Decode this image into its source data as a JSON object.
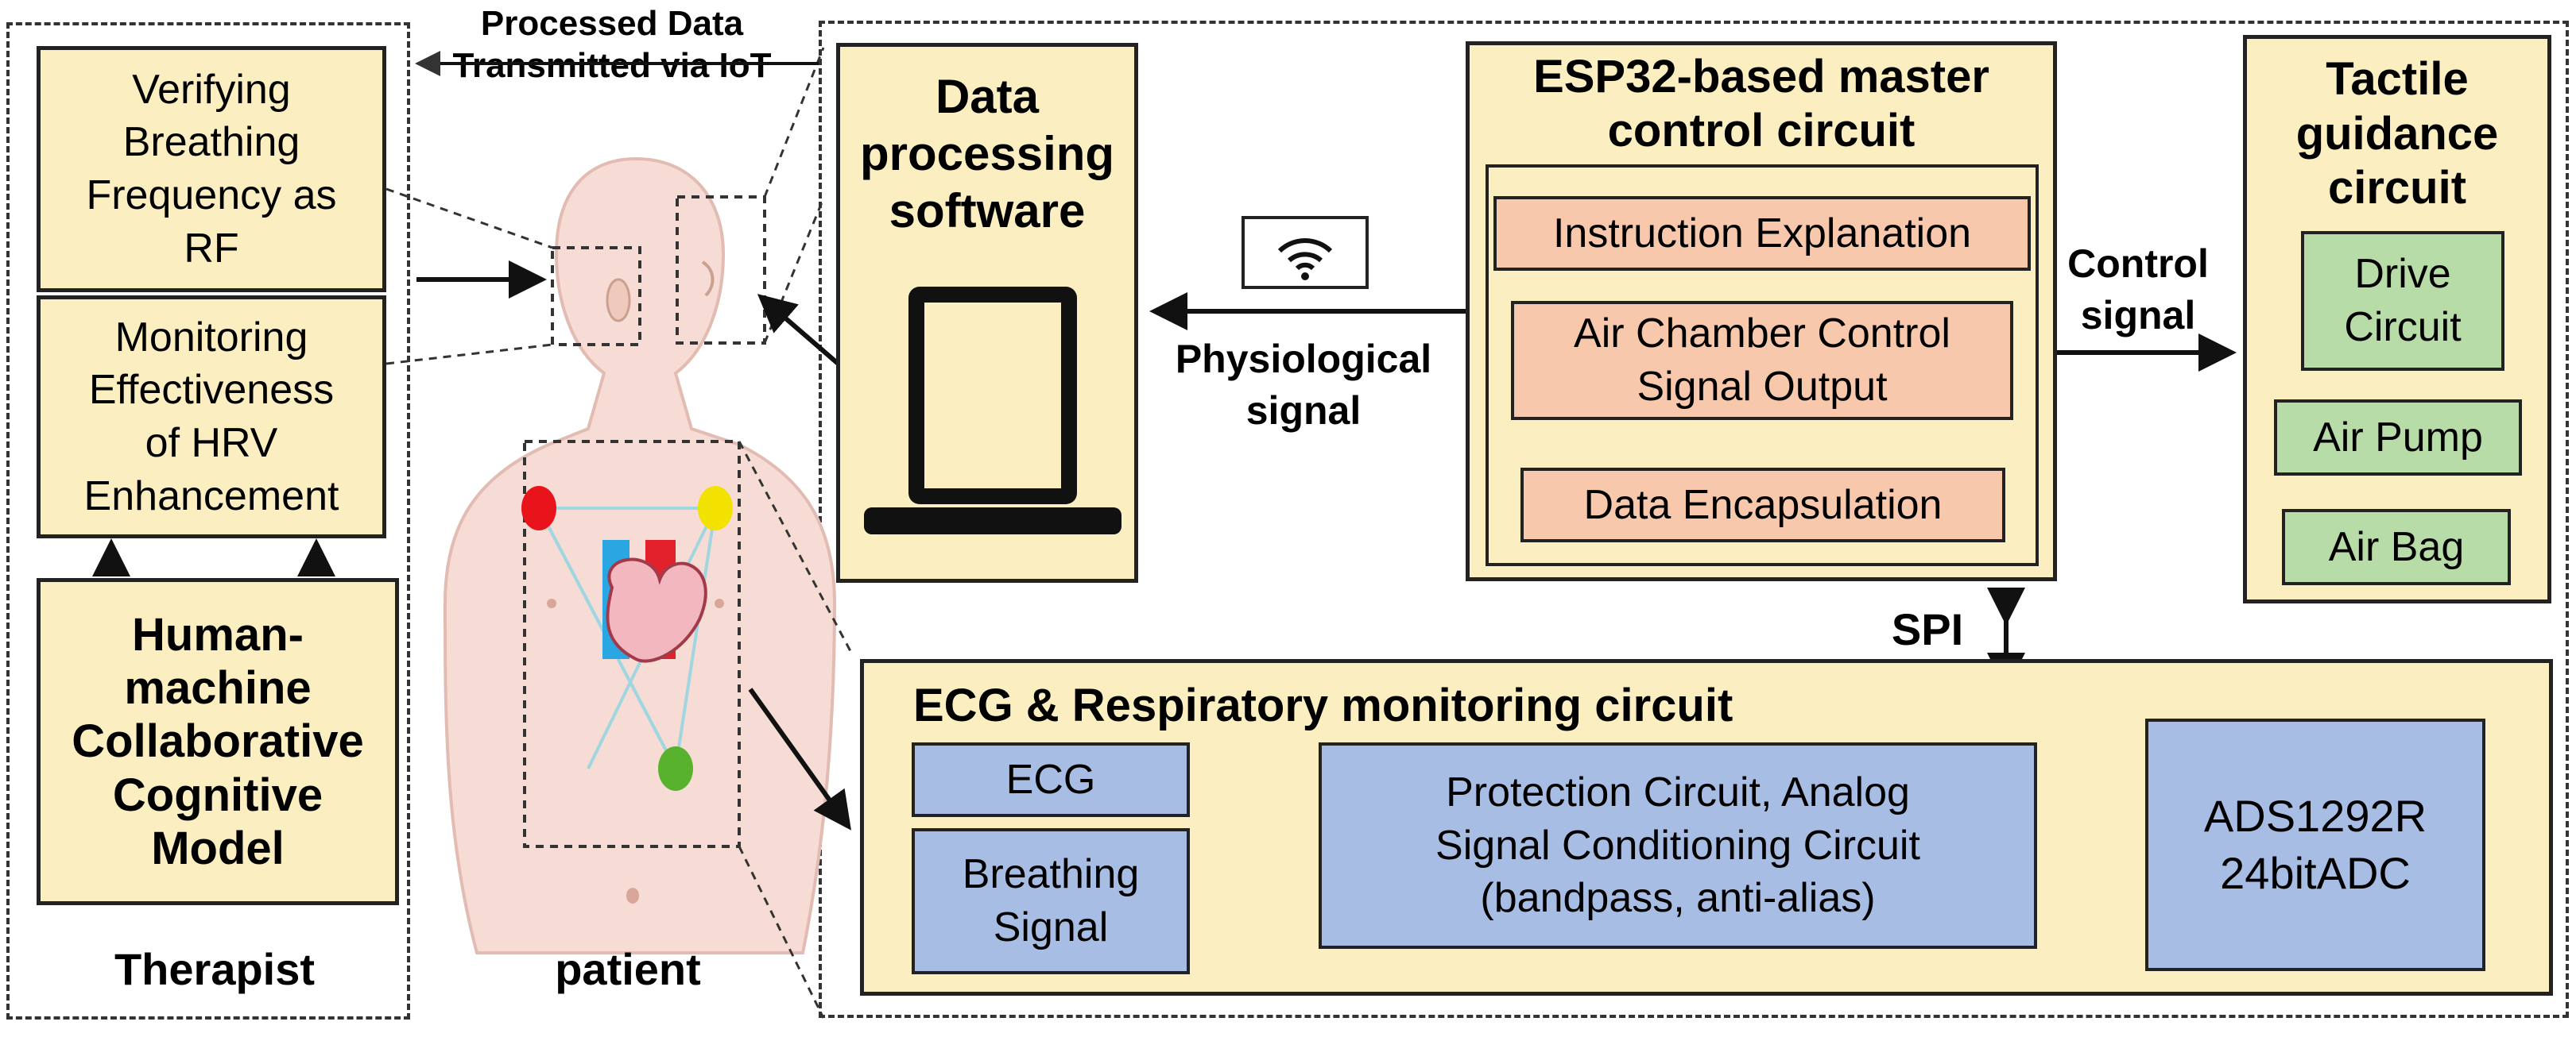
{
  "iot_link": {
    "line1": "Processed Data",
    "line2": "Transmitted via IoT"
  },
  "therapist": {
    "box1": [
      "Verifying",
      "Breathing",
      "Frequency as",
      "RF"
    ],
    "box2": [
      "Monitoring",
      "Effectiveness",
      "of HRV",
      "Enhancement"
    ],
    "model": [
      "Human-",
      "machine",
      "Collaborative",
      "Cognitive",
      "Model"
    ],
    "caption": "Therapist"
  },
  "patient": {
    "caption": "patient"
  },
  "software": {
    "title": [
      "Data",
      "processing",
      "software"
    ]
  },
  "physio": {
    "label": [
      "Physiological",
      "signal"
    ]
  },
  "esp32": {
    "title": [
      "ESP32-based master",
      "control circuit"
    ],
    "item1": "Instruction Explanation",
    "item2": [
      "Air Chamber Control",
      "Signal Output"
    ],
    "item3": "Data Encapsulation"
  },
  "control": {
    "label": [
      "Control",
      "signal"
    ]
  },
  "tactile": {
    "title": [
      "Tactile",
      "guidance",
      "circuit"
    ],
    "drive": [
      "Drive",
      "Circuit"
    ],
    "pump": "Air Pump",
    "bag": "Air Bag"
  },
  "spi": "SPI",
  "ecg_circuit": {
    "title": "ECG & Respiratory monitoring circuit",
    "ecg": "ECG",
    "breathing": [
      "Breathing",
      "Signal"
    ],
    "protection": [
      "Protection Circuit, Analog",
      "Signal Conditioning Circuit",
      "(bandpass, anti-alias)"
    ],
    "adc": [
      "ADS1292R",
      "24bitADC"
    ]
  },
  "colors": {
    "cream": "#fbeec1",
    "salmon": "#f7c8ab",
    "green": "#b7dca8",
    "blue": "#a7bde3",
    "electrode_red": "#e8131b",
    "electrode_yellow": "#f3e100",
    "electrode_green": "#58b22d"
  }
}
